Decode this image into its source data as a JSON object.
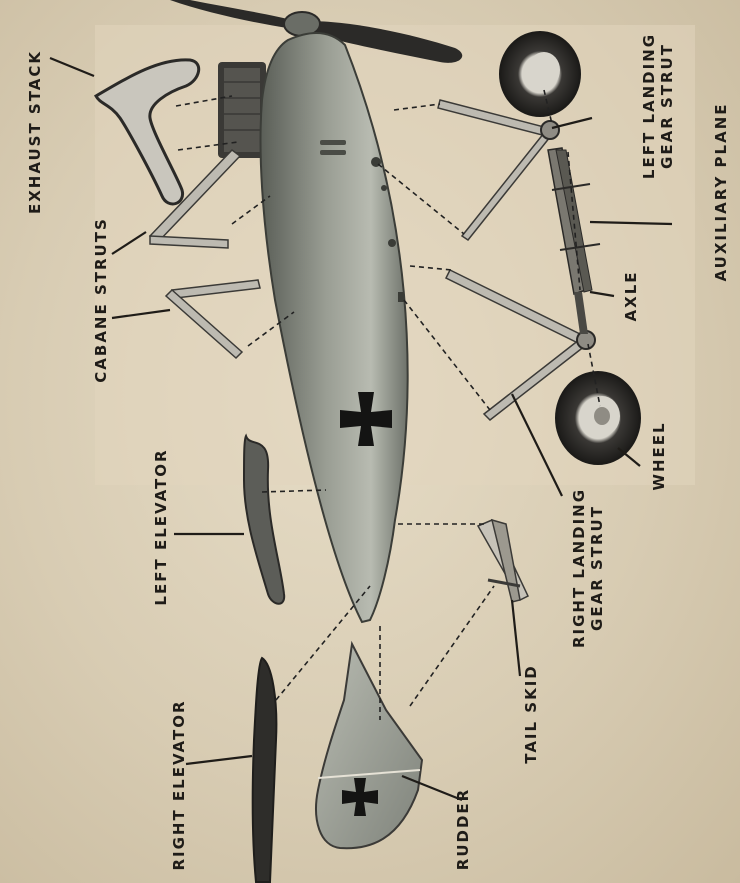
{
  "labels": {
    "exhaust_stack": "EXHAUST STACK",
    "cabane_struts": "CABANE STRUTS",
    "left_elevator": "LEFT ELEVATOR",
    "right_elevator": "RIGHT ELEVATOR",
    "rudder": "RUDDER",
    "tail_skid": "TAIL SKID",
    "right_landing_line1": "RIGHT LANDING",
    "right_landing_line2": "GEAR STRUT",
    "wheel": "WHEEL",
    "axle": "AXLE",
    "left_landing_line1": "LEFT LANDING",
    "left_landing_line2": "GEAR STRUT",
    "auxiliary_plane": "AUXILIARY PLANE"
  },
  "colors": {
    "paper": "#d9cdb5",
    "fuselage": "#8a8f86",
    "dark_part": "#2b2a28",
    "strut": "#b9b6ad",
    "ink": "#1f1c18"
  },
  "icons": {
    "iron_cross": "iron-cross-icon"
  }
}
